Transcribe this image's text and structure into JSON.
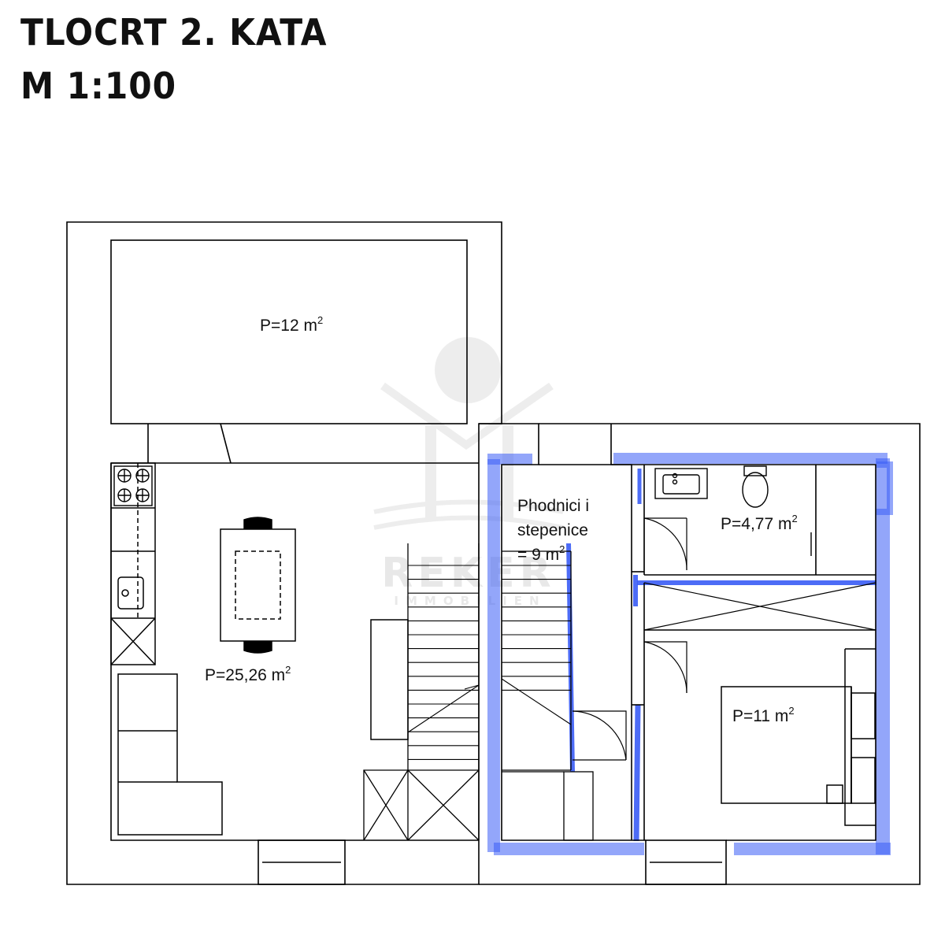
{
  "header": {
    "title": "TLOCRT 2. KATA",
    "scale": "M 1:100"
  },
  "rooms": {
    "terrace": {
      "label": "P=12 m",
      "exp": "2"
    },
    "living": {
      "label": "P=25,26 m",
      "exp": "2"
    },
    "hall": {
      "line1": "Phodnici i",
      "line2": "stepenice",
      "line3": "= 9 m",
      "exp": "2"
    },
    "bath": {
      "label": "P=4,77 m",
      "exp": "2"
    },
    "bedroom": {
      "label": "P=11 m",
      "exp": "2"
    }
  },
  "watermark": {
    "name": "REKER",
    "sub": "IMMOBILIEN"
  },
  "colors": {
    "line": "#000000",
    "highlight": "#3a5cf5"
  }
}
